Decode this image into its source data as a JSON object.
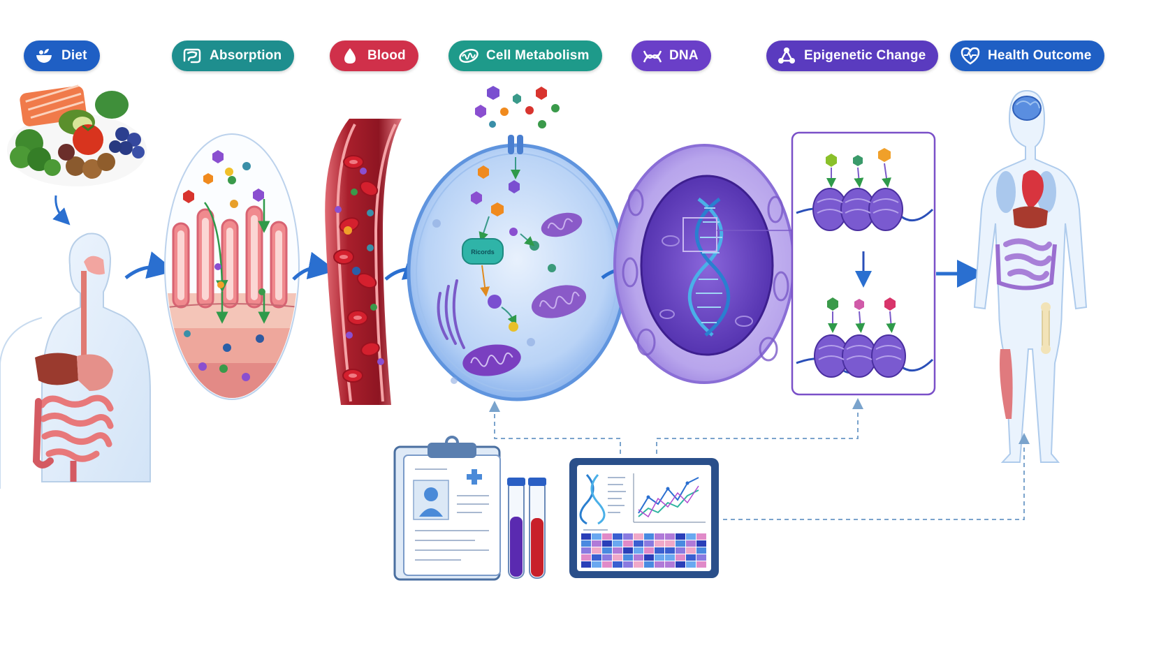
{
  "stages": [
    {
      "label": "Diet",
      "color": "#1f5fc4",
      "icon": "salad-bowl-icon"
    },
    {
      "label": "Absorption",
      "color": "#1e8e8e",
      "icon": "intestine-icon"
    },
    {
      "label": "Blood",
      "color": "#d0304a",
      "icon": "blood-drop-icon"
    },
    {
      "label": "Cell Metabolism",
      "color": "#1e9a8a",
      "icon": "mitochondria-icon"
    },
    {
      "label": "DNA",
      "color": "#6a3fc8",
      "icon": "dna-icon"
    },
    {
      "label": "Epigenetic Change",
      "color": "#5a3bbf",
      "icon": "molecule-icon"
    },
    {
      "label": "Health Outcome",
      "color": "#1f5fc4",
      "icon": "heart-pulse-icon"
    }
  ],
  "cell": {
    "enzyme_label": "Ricords"
  },
  "colors": {
    "arrow": "#2a6fd0",
    "dashed": "#7aa3cc",
    "membrane": "#6fa5e8",
    "nucleus": "#6b4bc8"
  }
}
